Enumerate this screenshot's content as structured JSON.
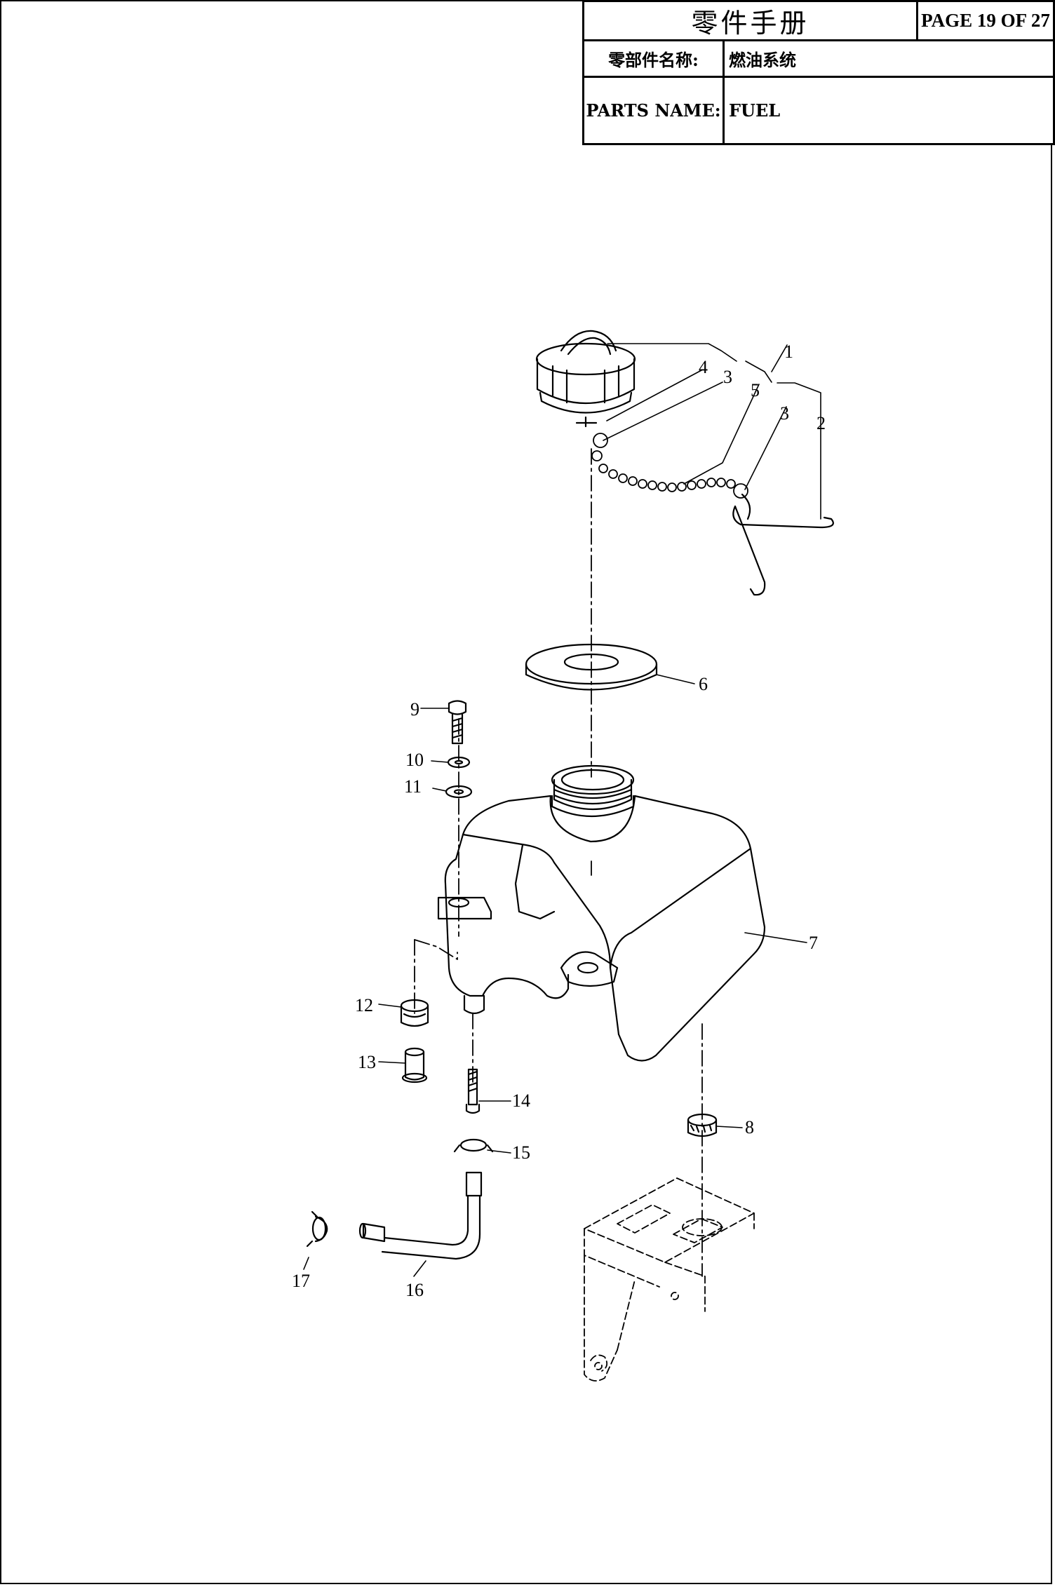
{
  "title_block": {
    "doc_title": "零件手册",
    "page_number": "PAGE 19 OF 27",
    "cn_label": "零部件名称:",
    "cn_value": "燃油系统",
    "en_label": "PARTS NAME:",
    "en_value": "FUEL"
  },
  "callouts": {
    "c1": "1",
    "c2": "2",
    "c3a": "3",
    "c3b": "3",
    "c4": "4",
    "c5": "5",
    "c6": "6",
    "c7": "7",
    "c8": "8",
    "c9": "9",
    "c10": "10",
    "c11": "11",
    "c12": "12",
    "c13": "13",
    "c14": "14",
    "c15": "15",
    "c16": "16",
    "c17": "17"
  }
}
